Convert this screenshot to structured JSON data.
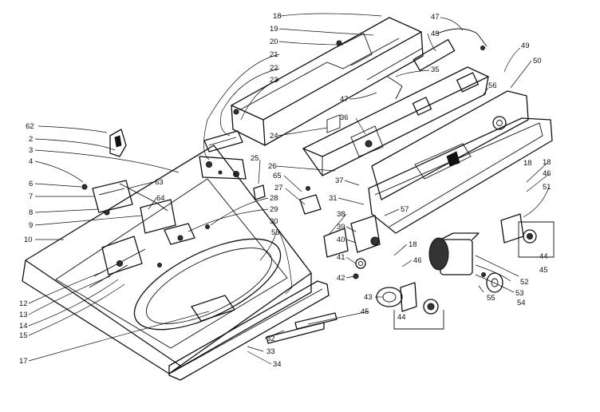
{
  "labels": {
    "l18a": "18",
    "l19": "19",
    "l20": "20",
    "l21": "21",
    "l22": "22",
    "l23": "23",
    "l47a": "47",
    "l48": "48",
    "l49": "49",
    "l50": "50",
    "l35": "35",
    "l47b": "47",
    "l56": "56",
    "l62": "62",
    "l2": "2",
    "l3": "3",
    "l4": "4",
    "l6": "6",
    "l7": "7",
    "l8": "8",
    "l9": "9",
    "l10": "10",
    "l63": "63",
    "l64": "64",
    "l24": "24",
    "l36": "36",
    "l25": "25",
    "l26": "26",
    "l65": "65",
    "l27": "27",
    "l28": "28",
    "l29": "29",
    "l30": "30",
    "l58": "58",
    "l37": "37",
    "l31": "31",
    "l38": "38",
    "l39": "39",
    "l40": "40",
    "l41": "41",
    "l42": "42",
    "l57": "57",
    "l18b": "18",
    "l46a": "46",
    "l51": "51",
    "l44a": "44",
    "l45a": "45",
    "l18c": "18",
    "l46b": "46",
    "l52": "52",
    "l53": "53",
    "l54": "54",
    "l55": "55",
    "l43": "43",
    "l44b": "44",
    "l45b": "45",
    "l12": "12",
    "l13": "13",
    "l14": "14",
    "l15": "15",
    "l17": "17",
    "l32": "32",
    "l33": "33",
    "l34": "34",
    "l18d": "18"
  }
}
